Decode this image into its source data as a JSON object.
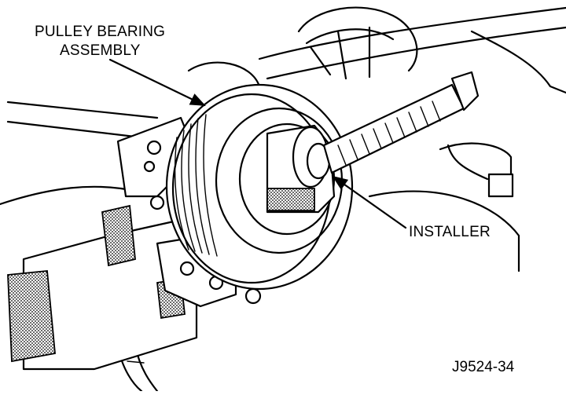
{
  "callouts": {
    "pulley_line1": "PULLEY BEARING",
    "pulley_line2": "ASSEMBLY",
    "installer": "INSTALLER"
  },
  "figure_code": "J9524-34"
}
